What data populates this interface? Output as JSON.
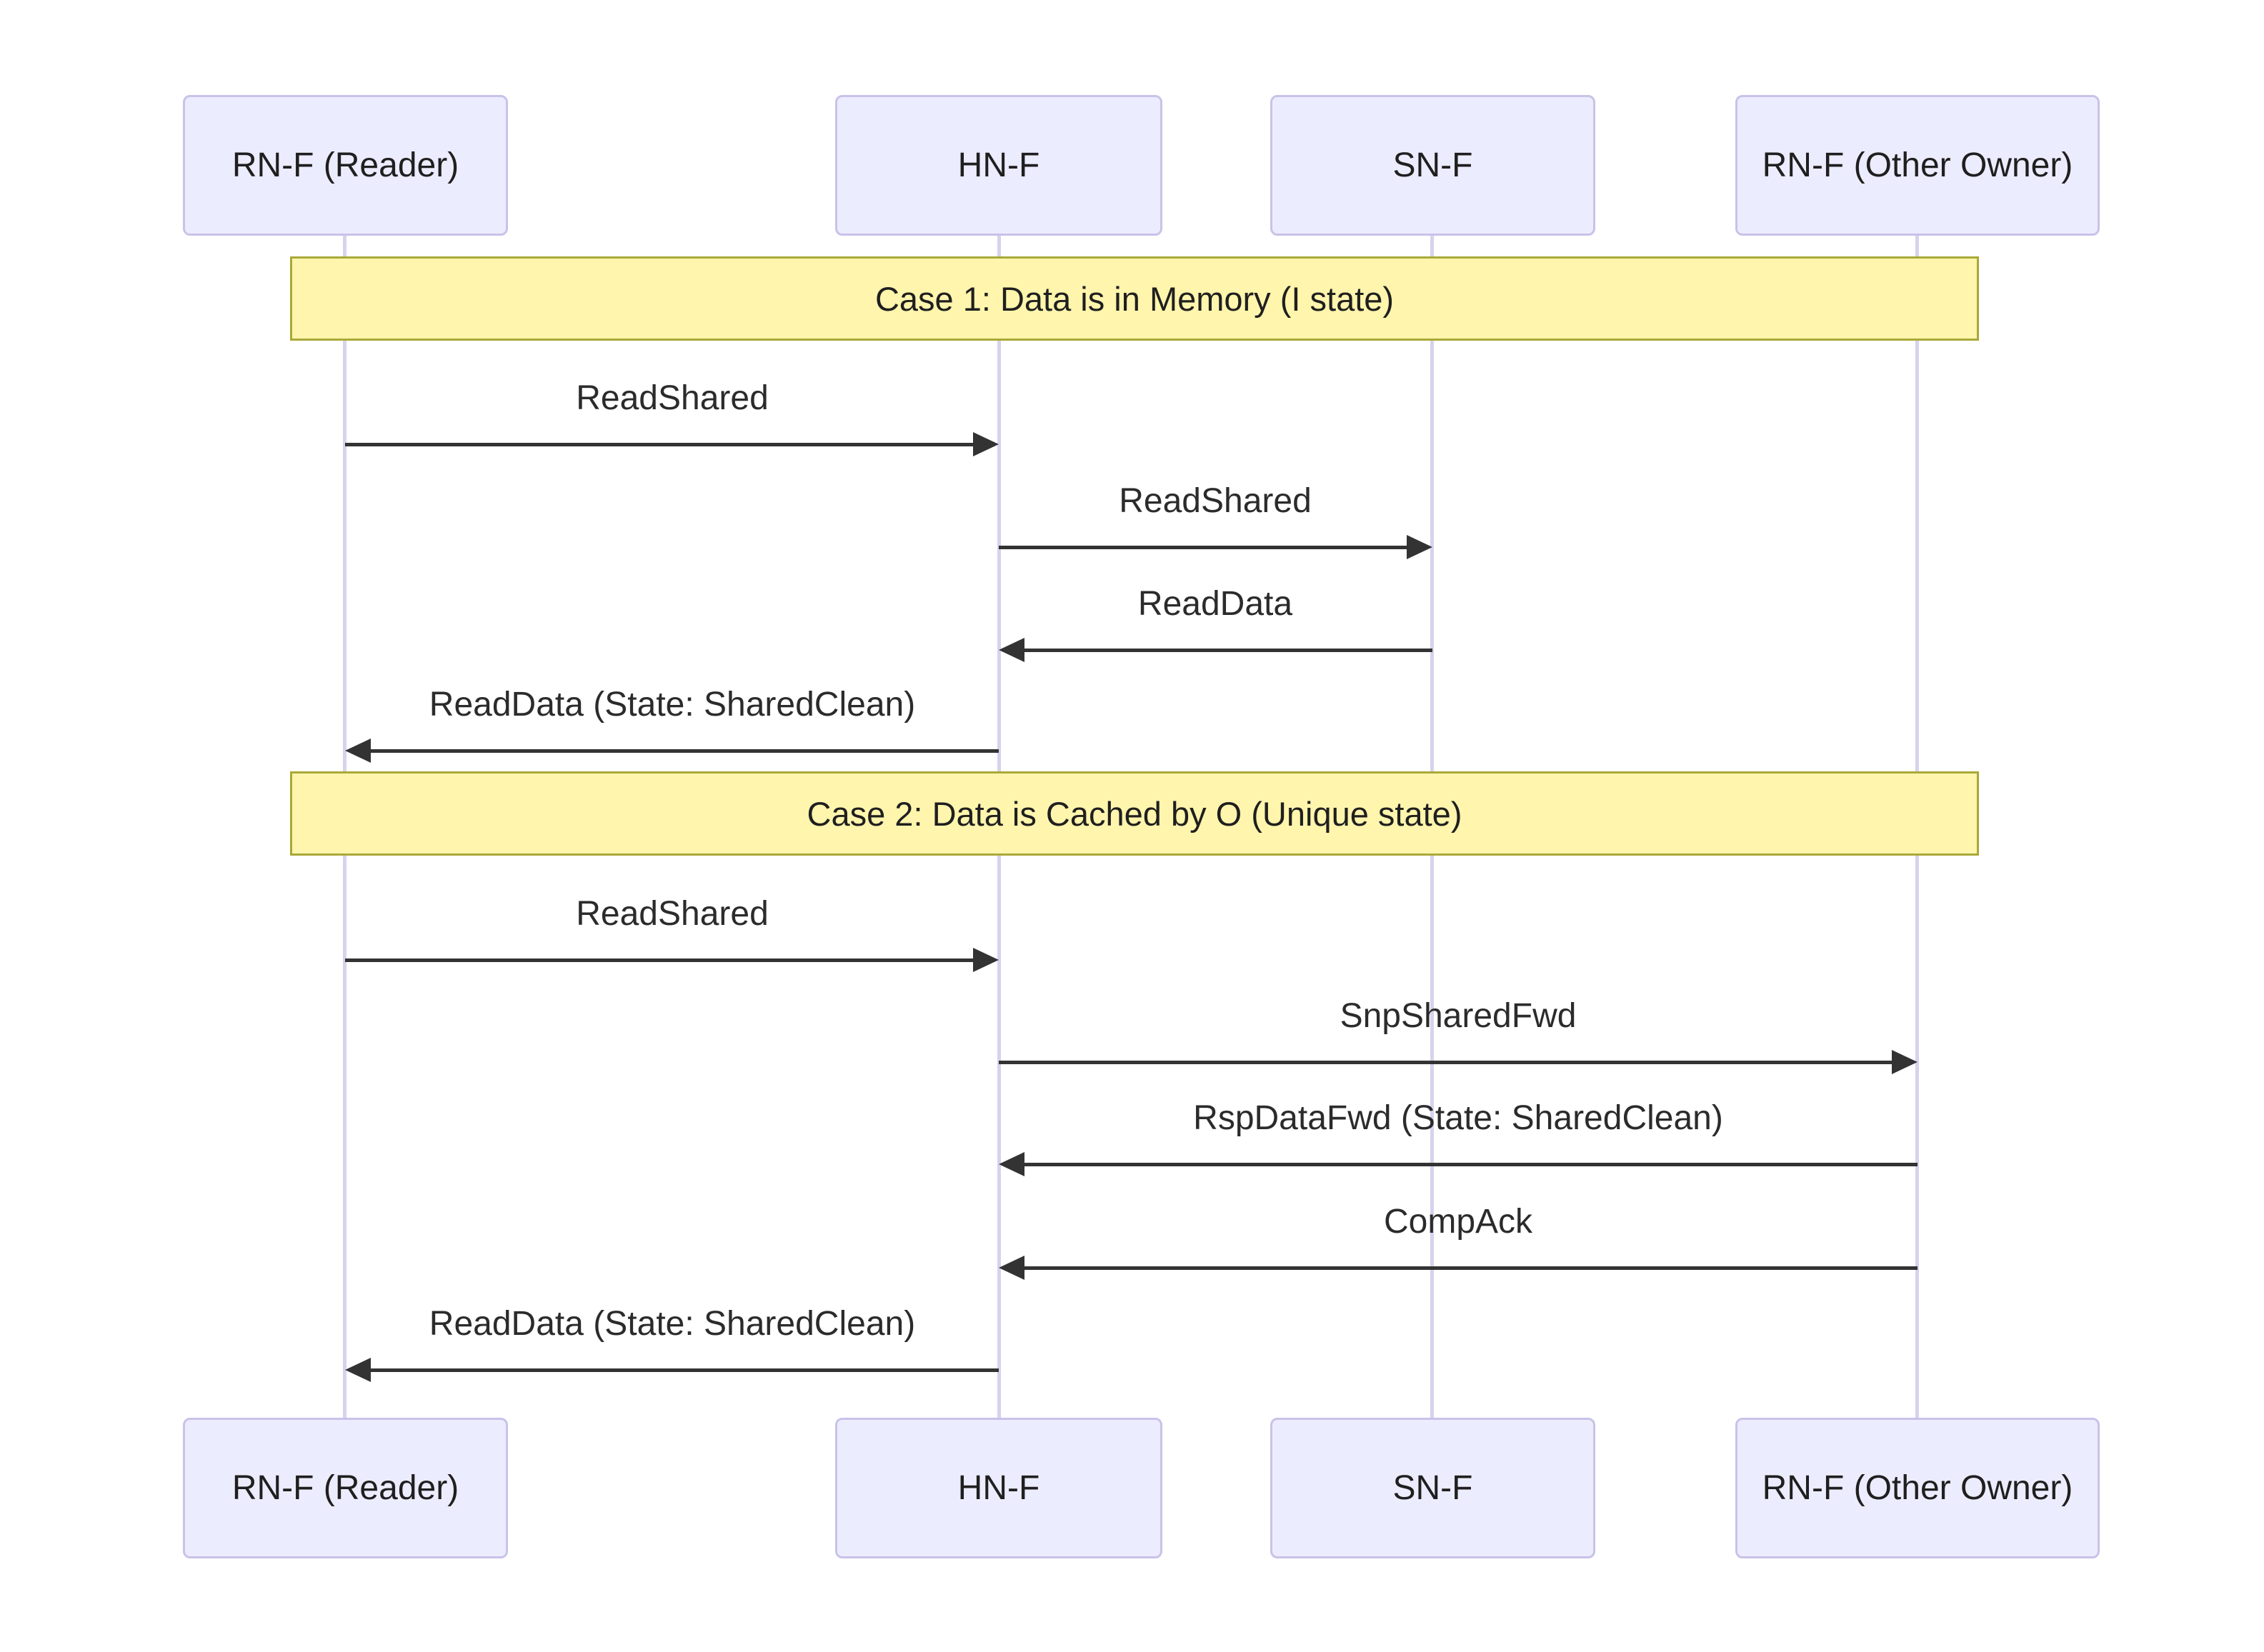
{
  "diagram": {
    "type": "sequence-diagram",
    "participants": [
      {
        "id": "rnf-reader",
        "label": "RN-F (Reader)"
      },
      {
        "id": "hnf",
        "label": "HN-F"
      },
      {
        "id": "snf",
        "label": "SN-F"
      },
      {
        "id": "rnf-other-owner",
        "label": "RN-F (Other Owner)"
      }
    ],
    "notes": [
      {
        "label": "Case 1: Data is in Memory (I state)"
      },
      {
        "label": "Case 2: Data is Cached by O (Unique state)"
      }
    ],
    "messages": [
      {
        "from": "RN-F (Reader)",
        "to": "HN-F",
        "label": "ReadShared",
        "direction": "right",
        "case": 1
      },
      {
        "from": "HN-F",
        "to": "SN-F",
        "label": "ReadShared",
        "direction": "right",
        "case": 1
      },
      {
        "from": "SN-F",
        "to": "HN-F",
        "label": "ReadData",
        "direction": "left",
        "case": 1
      },
      {
        "from": "HN-F",
        "to": "RN-F (Reader)",
        "label": "ReadData (State: SharedClean)",
        "direction": "left",
        "case": 1
      },
      {
        "from": "RN-F (Reader)",
        "to": "HN-F",
        "label": "ReadShared",
        "direction": "right",
        "case": 2
      },
      {
        "from": "HN-F",
        "to": "RN-F (Other Owner)",
        "label": "SnpSharedFwd",
        "direction": "right",
        "case": 2
      },
      {
        "from": "RN-F (Other Owner)",
        "to": "HN-F",
        "label": "RspDataFwd (State: SharedClean)",
        "direction": "left",
        "case": 2
      },
      {
        "from": "RN-F (Other Owner)",
        "to": "HN-F",
        "label": "CompAck",
        "direction": "left",
        "case": 2
      },
      {
        "from": "HN-F",
        "to": "RN-F (Reader)",
        "label": "ReadData (State: SharedClean)",
        "direction": "left",
        "case": 2
      }
    ],
    "colors": {
      "actor_fill": "#ECECFF",
      "actor_border": "#c9c2e8",
      "note_fill": "#fff5ad",
      "note_border": "#a9a938",
      "lifeline": "#d8d2ee",
      "arrow": "#333333",
      "text": "#1f1f1f"
    }
  }
}
